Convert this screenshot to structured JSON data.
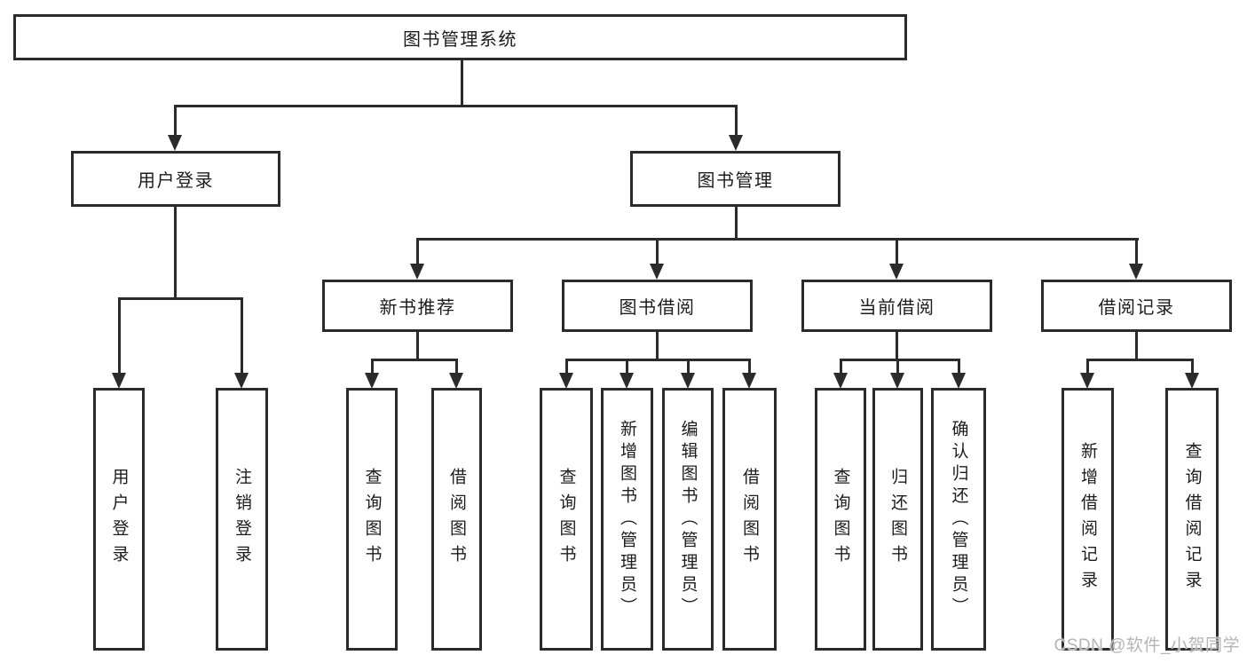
{
  "colors": {
    "line": "#2b2b2b",
    "text": "#1c1c1c",
    "watermark": "#b5b5b5",
    "background": "#ffffff"
  },
  "watermark": {
    "text": "CSDN @软件_小贺同学"
  },
  "nodes": {
    "root": {
      "label": "图书管理系统"
    },
    "user_login": {
      "label": "用户登录"
    },
    "book_management": {
      "label": "图书管理"
    },
    "new_book_recommend": {
      "label": "新书推荐"
    },
    "book_borrowing": {
      "label": "图书借阅"
    },
    "current_borrowing": {
      "label": "当前借阅"
    },
    "borrowing_records": {
      "label": "借阅记录"
    },
    "leaf_user_login": {
      "label": "用户登录"
    },
    "leaf_logout": {
      "label": "注销登录"
    },
    "leaf_nb_query_books": {
      "label": "查询图书"
    },
    "leaf_nb_borrow_books": {
      "label": "借阅图书"
    },
    "leaf_bb_query_books": {
      "label": "查询图书"
    },
    "leaf_bb_add_books": {
      "label": "新增图书（管理员）"
    },
    "leaf_bb_edit_books": {
      "label": "编辑图书（管理员）"
    },
    "leaf_bb_borrow_books": {
      "label": "借阅图书"
    },
    "leaf_cb_query_books": {
      "label": "查询图书"
    },
    "leaf_cb_return_books": {
      "label": "归还图书"
    },
    "leaf_cb_confirm_return": {
      "label": "确认归还（管理员）"
    },
    "leaf_br_add_record": {
      "label": "新增借阅记录"
    },
    "leaf_br_query_record": {
      "label": "查询借阅记录"
    }
  }
}
